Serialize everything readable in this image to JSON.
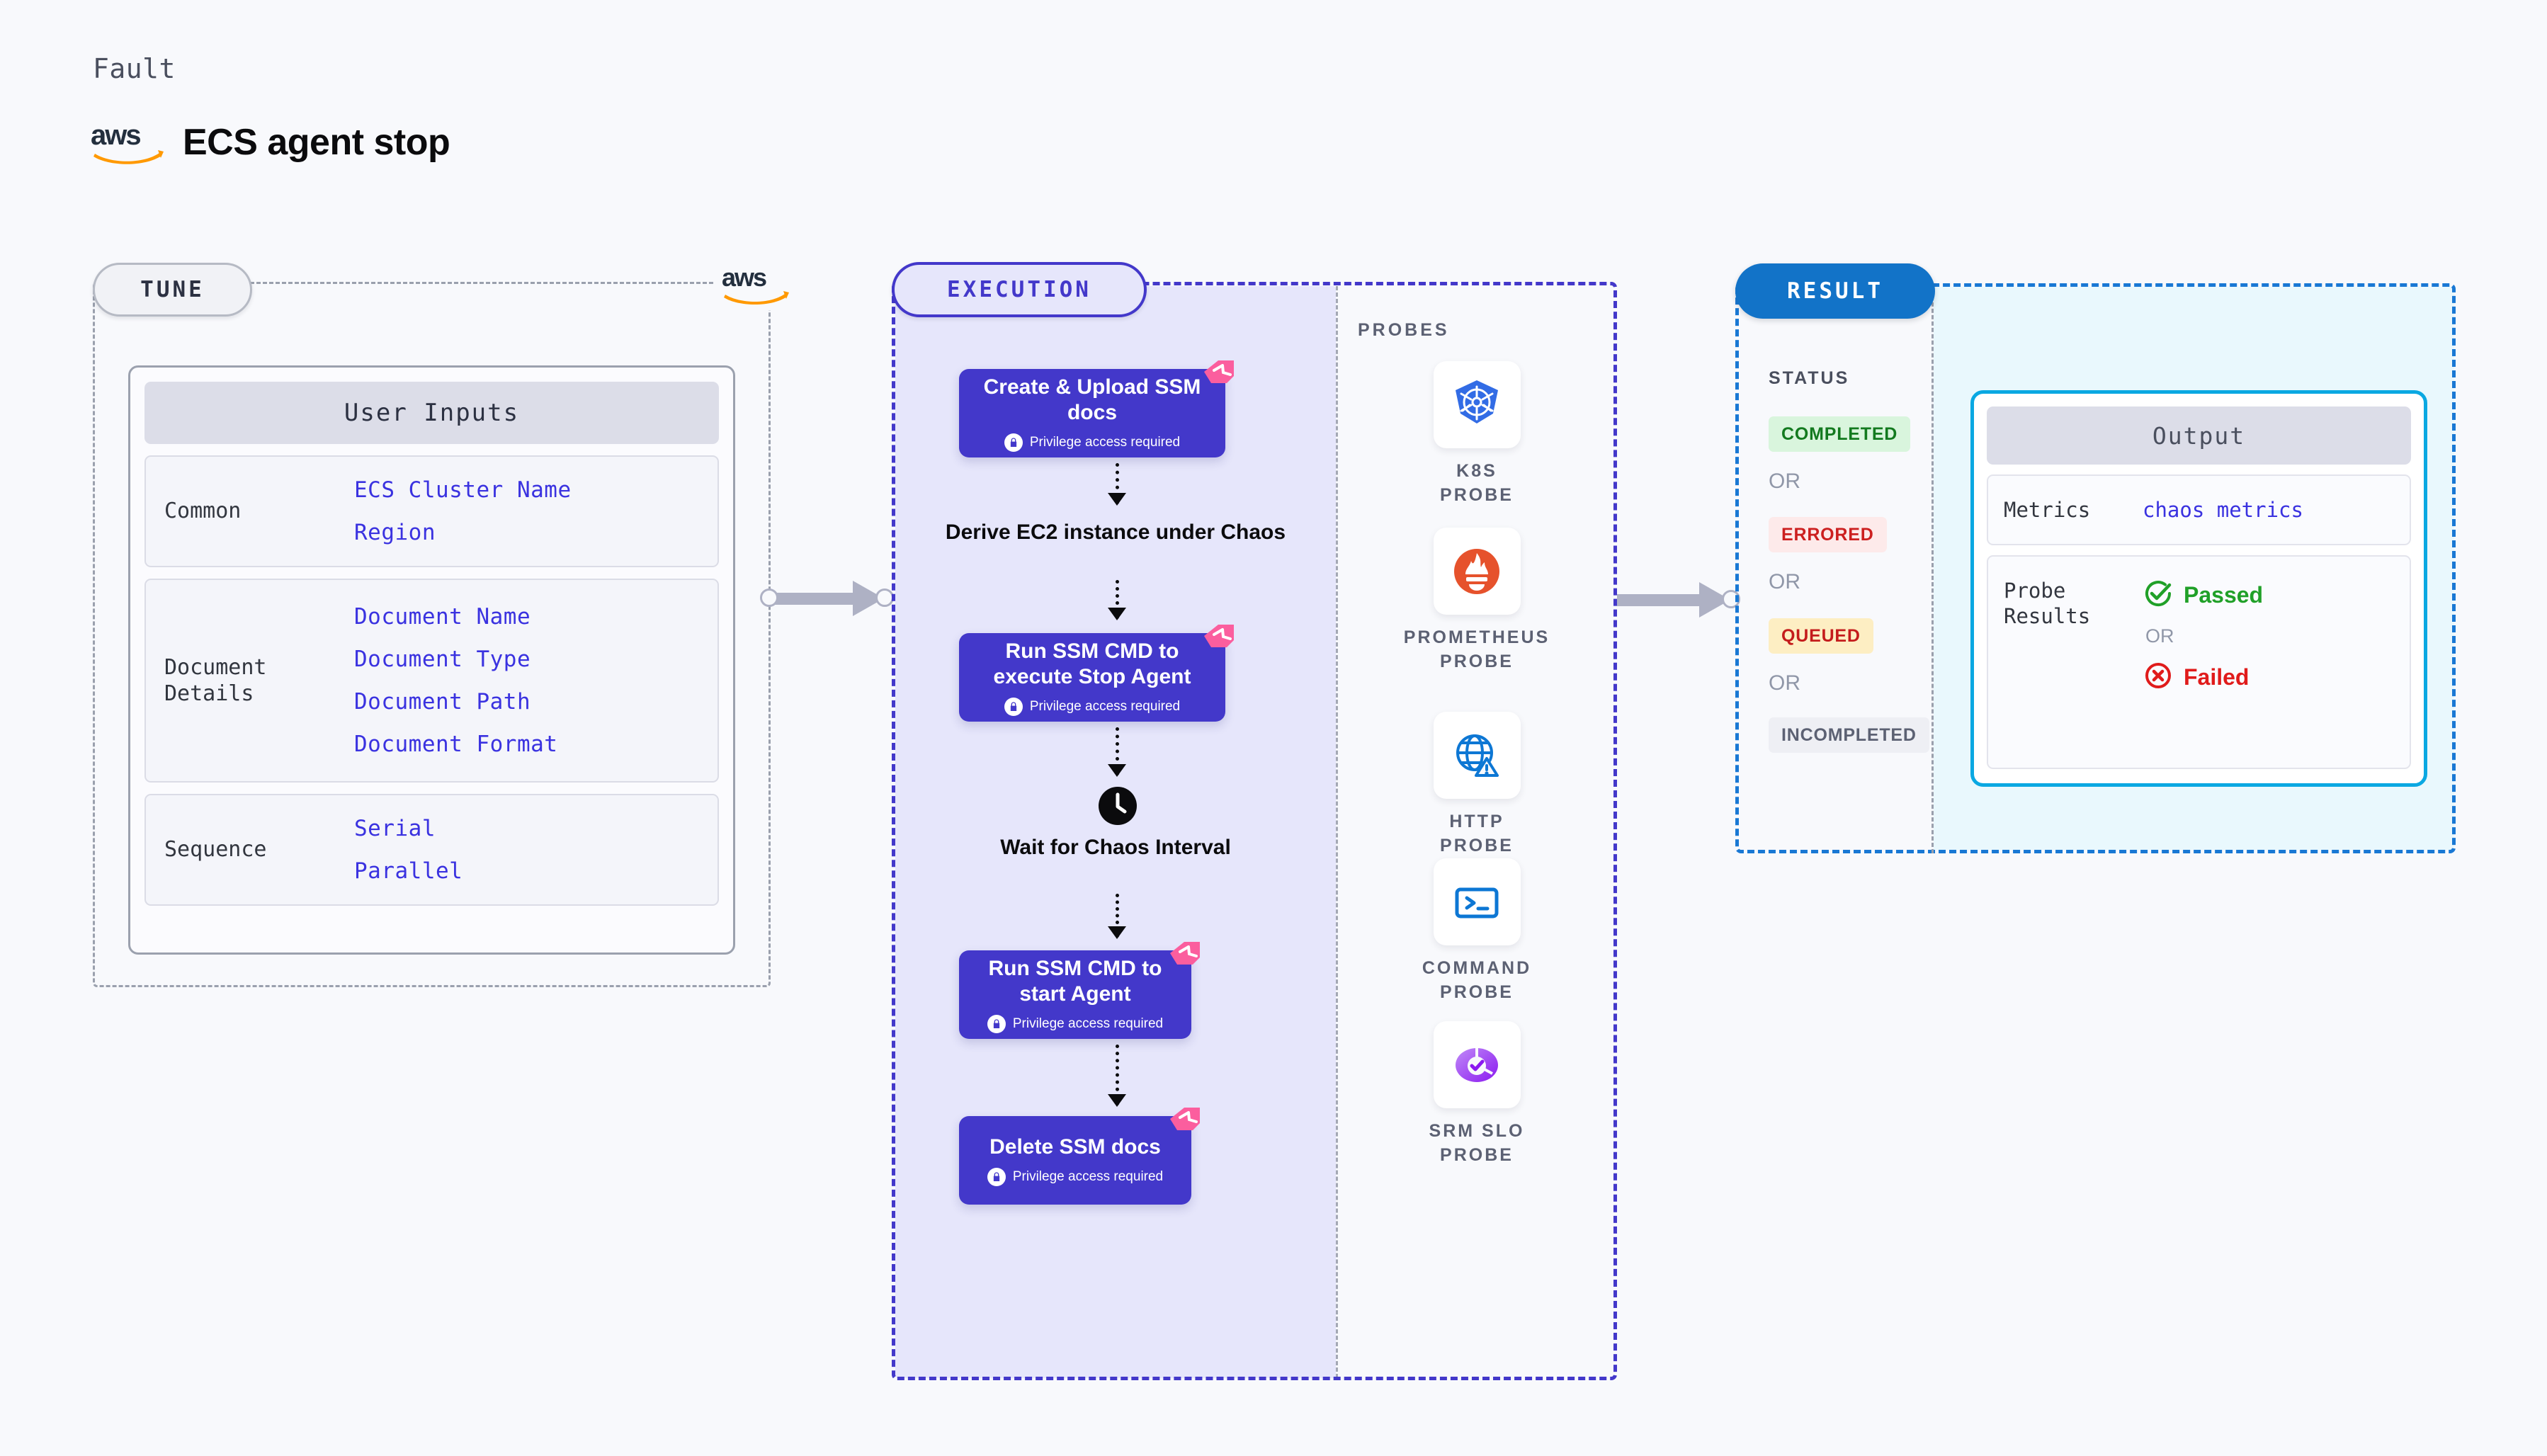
{
  "header": {
    "kicker": "Fault",
    "title": "ECS agent stop",
    "logo": "aws-logo"
  },
  "tune": {
    "pill": "TUNE",
    "badge_logo": "aws-logo",
    "card_title": "User Inputs",
    "groups": [
      {
        "label": "Common",
        "values": [
          "ECS Cluster Name",
          "Region"
        ]
      },
      {
        "label": "Document\nDetails",
        "values": [
          "Document Name",
          "Document Type",
          "Document Path",
          "Document Format"
        ]
      },
      {
        "label": "Sequence",
        "values": [
          "Serial",
          "Parallel"
        ]
      }
    ]
  },
  "execution": {
    "pill": "EXECUTION",
    "privilege_note": "Privilege access required",
    "steps": [
      {
        "type": "task",
        "title": "Create & Upload SSM docs",
        "privileged": true,
        "ribbon": true
      },
      {
        "type": "plain",
        "title": "Derive EC2 instance under Chaos"
      },
      {
        "type": "task",
        "title": "Run SSM CMD to execute Stop Agent",
        "privileged": true,
        "ribbon": true
      },
      {
        "type": "wait",
        "title": "Wait for Chaos Interval",
        "icon": "clock-icon"
      },
      {
        "type": "task",
        "title": "Run SSM CMD to start Agent",
        "privileged": true,
        "ribbon": true
      },
      {
        "type": "task",
        "title": "Delete SSM docs",
        "privileged": true,
        "ribbon": true
      }
    ]
  },
  "probes": {
    "heading": "PROBES",
    "items": [
      {
        "name": "K8S\nPROBE",
        "icon": "kubernetes-icon"
      },
      {
        "name": "PROMETHEUS\nPROBE",
        "icon": "prometheus-icon"
      },
      {
        "name": "HTTP\nPROBE",
        "icon": "globe-warning-icon"
      },
      {
        "name": "COMMAND\nPROBE",
        "icon": "terminal-icon"
      },
      {
        "name": "SRM SLO\nPROBE",
        "icon": "srm-slo-icon"
      }
    ]
  },
  "result": {
    "pill": "RESULT",
    "status_heading": "STATUS",
    "or_label": "OR",
    "statuses": [
      {
        "label": "COMPLETED",
        "bg": "#d9f5dd",
        "fg": "#137a1f"
      },
      {
        "label": "ERRORED",
        "bg": "#fdeaea",
        "fg": "#cc1f1f"
      },
      {
        "label": "QUEUED",
        "bg": "#fdeec3",
        "fg": "#c41c1c"
      },
      {
        "label": "INCOMPLETED",
        "bg": "#eeeff4",
        "fg": "#5c6173"
      }
    ],
    "output": {
      "title": "Output",
      "metrics_label": "Metrics",
      "metrics_value": "chaos metrics",
      "probe_label": "Probe\nResults",
      "verdicts": [
        {
          "label": "Passed",
          "icon": "check-circle-icon",
          "color": "#20a028"
        },
        {
          "label": "Failed",
          "icon": "x-circle-icon",
          "color": "#e01b1b"
        }
      ],
      "or_label": "OR"
    }
  },
  "colors": {
    "accent_purple": "#4338ca",
    "accent_blue": "#1273c8",
    "accent_cyan": "#0aa8e2",
    "aws_orange": "#ff9900",
    "ribbon_pink": "#fb5e9e"
  }
}
